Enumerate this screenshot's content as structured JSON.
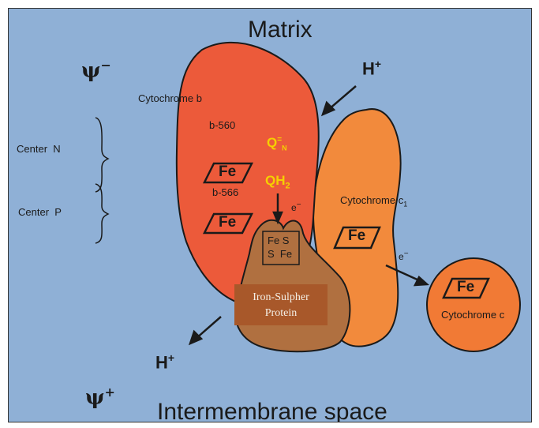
{
  "title_top": "Matrix",
  "title_bottom": "Intermembrane space",
  "psi_minus": {
    "base": "ψ",
    "sign": "−"
  },
  "psi_plus": {
    "base": "ψ",
    "sign": "+"
  },
  "h_top": {
    "base": "H",
    "sign": "+"
  },
  "h_bottom": {
    "base": "H",
    "sign": "+"
  },
  "center_n": "Center  N",
  "center_p": "Center  P",
  "cytochrome_b": "Cytochrome b",
  "b560": "b-560",
  "b566": "b-566",
  "fe": "Fe",
  "q_label": "Q",
  "q_super": "=",
  "q_sub": "N",
  "qh2": "QH",
  "qh2_sub": "2",
  "electron": "e",
  "electron_sign": "−",
  "fes_line1": "Fe S",
  "fes_line2": "S  Fe",
  "cytochrome_c1": "Cytochrome c",
  "cytochrome_c1_sub": "1",
  "cytochrome_c": "Cytochrome c",
  "iron_sulpher_line1": "Iron-Sulpher",
  "iron_sulpher_line2": "Protein",
  "colors": {
    "background": "#8fb0d6",
    "cytochrome_b": "#ec5a3a",
    "cytochrome_c1": "#f28a3c",
    "cytochrome_c": "#f17a35",
    "iron_sulpher": "#b07040",
    "quinone_label": "#f5d000"
  }
}
